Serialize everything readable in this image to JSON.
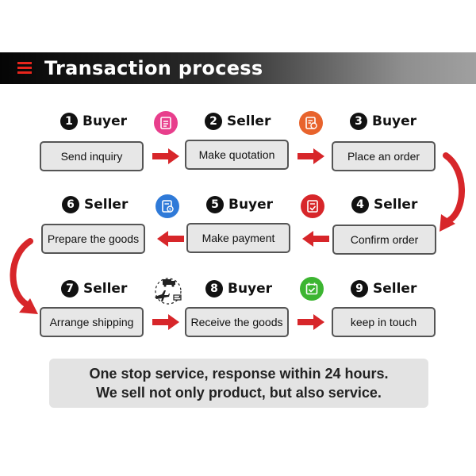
{
  "header": {
    "title": "Transaction process"
  },
  "steps": [
    {
      "num": "1",
      "role": "Buyer",
      "label": "Send inquiry"
    },
    {
      "num": "2",
      "role": "Seller",
      "label": "Make quotation"
    },
    {
      "num": "3",
      "role": "Buyer",
      "label": "Place an order"
    },
    {
      "num": "4",
      "role": "Seller",
      "label": "Confirm order"
    },
    {
      "num": "5",
      "role": "Buyer",
      "label": "Make payment"
    },
    {
      "num": "6",
      "role": "Seller",
      "label": "Prepare the goods"
    },
    {
      "num": "7",
      "role": "Seller",
      "label": "Arrange shipping"
    },
    {
      "num": "8",
      "role": "Buyer",
      "label": "Receive the goods"
    },
    {
      "num": "9",
      "role": "Seller",
      "label": "keep in touch"
    }
  ],
  "icons": [
    {
      "name": "quotation-icon",
      "color": "#e83e8c"
    },
    {
      "name": "order-icon",
      "color": "#e8632c"
    },
    {
      "name": "payment-icon",
      "color": "#2f7ad8"
    },
    {
      "name": "confirm-icon",
      "color": "#d7262a"
    },
    {
      "name": "shipping-icon",
      "color": "#222222"
    },
    {
      "name": "receive-icon",
      "color": "#3cb531"
    }
  ],
  "accent_color": "#d7262a",
  "notice": {
    "line1": "One stop service, response within 24 hours.",
    "line2": "We sell not only product, but also service."
  }
}
